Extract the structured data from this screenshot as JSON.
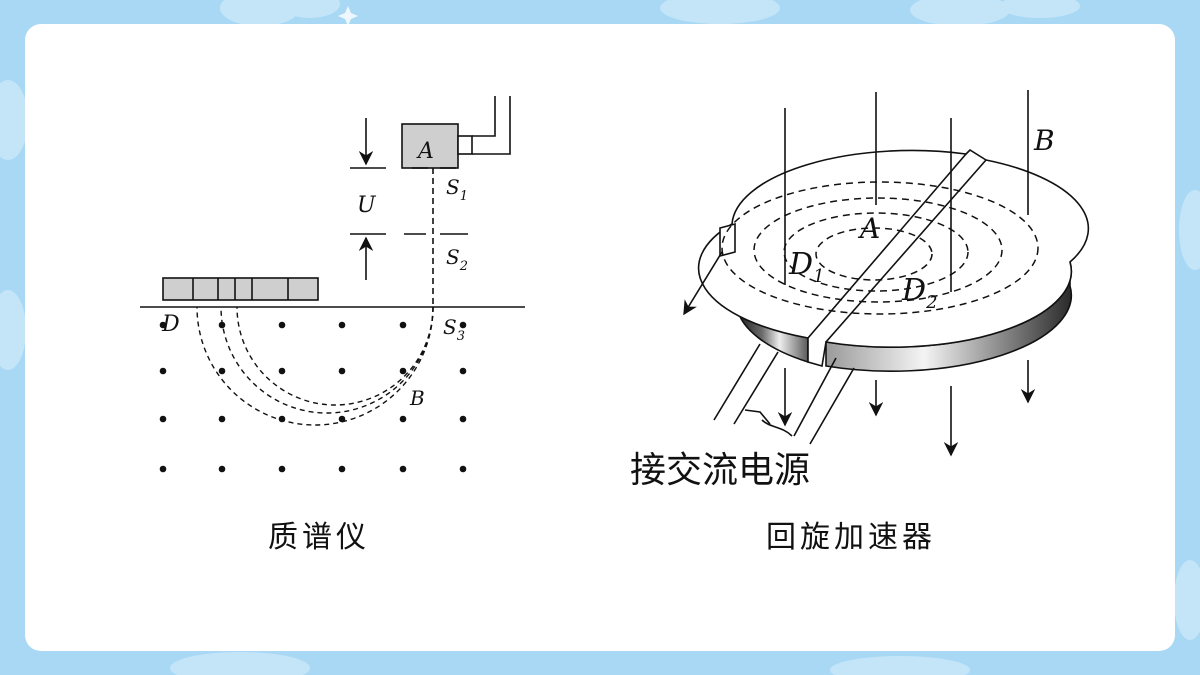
{
  "colors": {
    "background": "#a9d8f4",
    "card": "#ffffff",
    "ink": "#111111",
    "chamber": "#cfcfcf"
  },
  "mass_spectrometer": {
    "caption": "质谱仪",
    "labels": {
      "A": "A",
      "U": "U",
      "S": "S",
      "s1": "1",
      "s2": "2",
      "s3": "3",
      "B": "B",
      "D": "D"
    }
  },
  "cyclotron": {
    "caption": "回旋加速器",
    "labels": {
      "A": "A",
      "B": "B",
      "D": "D",
      "d1": "1",
      "d2": "2",
      "power": "接交流电源"
    }
  }
}
